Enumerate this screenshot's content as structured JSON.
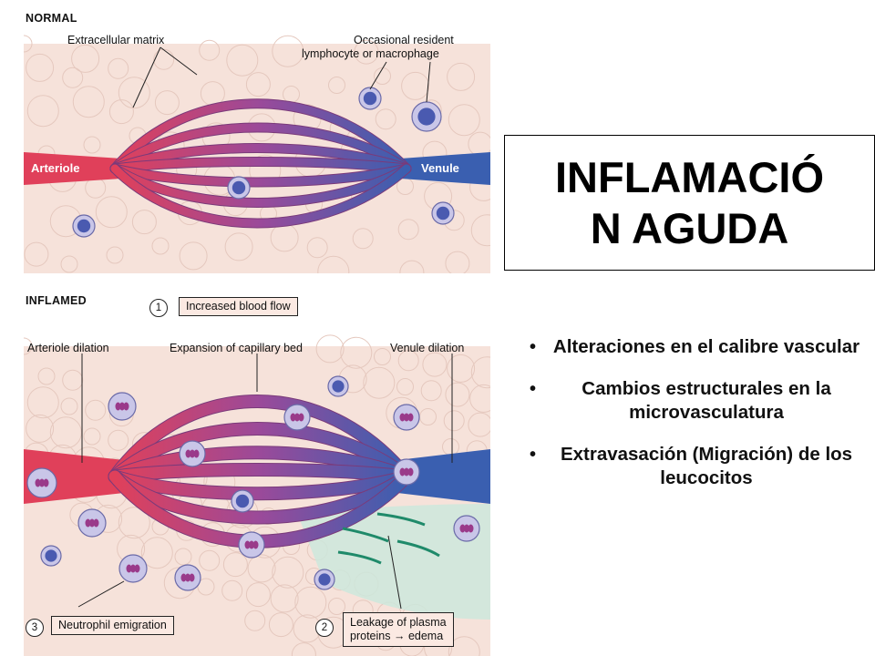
{
  "normal": {
    "heading": "NORMAL",
    "extracellular_matrix": "Extracellular matrix",
    "resident_cell_line1": "Occasional resident",
    "resident_cell_line2": "lymphocyte or macrophage",
    "arteriole": "Arteriole",
    "venule": "Venule"
  },
  "inflamed": {
    "heading": "INFLAMED",
    "step1_number": "1",
    "step1_label": "Increased blood flow",
    "arteriole_dilation": "Arteriole dilation",
    "capillary_expansion": "Expansion of capillary bed",
    "venule_dilation": "Venule dilation",
    "step3_number": "3",
    "step3_label": "Neutrophil emigration",
    "step2_number": "2",
    "step2_line1": "Leakage of plasma",
    "step2_line2a": "proteins",
    "step2_arrow": "→",
    "step2_line2b": "edema"
  },
  "title": "INFLAMACIÓN AGUDA",
  "bullets": [
    "Alteraciones en el calibre vascular",
    "Cambios estructurales en la microvasculatura",
    "Extravasación (Migración) de los leucocitos"
  ],
  "colors": {
    "artery": "#e0405a",
    "vein": "#3a5fb0",
    "matrix": "#f6e2da",
    "cell": "#4a5ab0",
    "neutrophil_nucleus": "#9a3a8a",
    "edema": "#cde8dc",
    "leak_arrow": "#1f8a6a"
  }
}
